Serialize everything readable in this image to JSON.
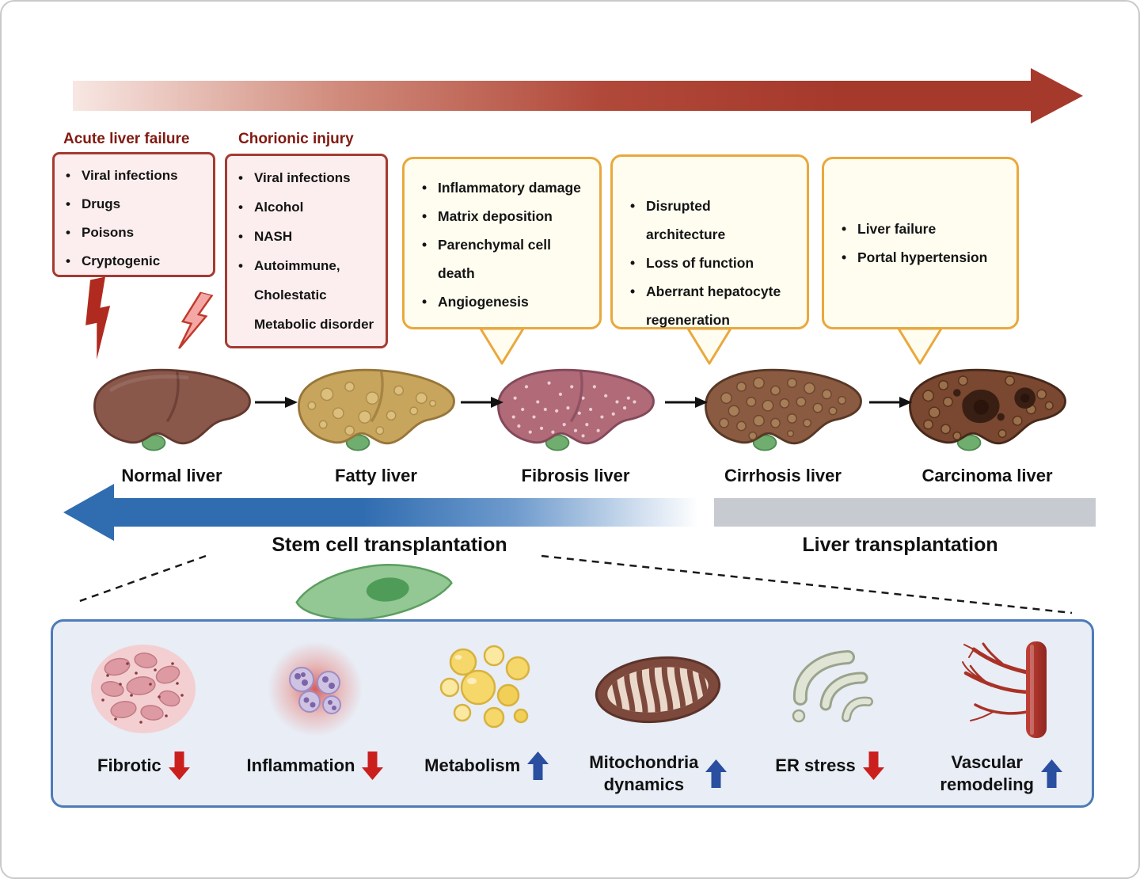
{
  "cause_boxes": [
    {
      "title": "Acute liver failure",
      "items": [
        "Viral infections",
        "Drugs",
        "Poisons",
        "Cryptogenic"
      ]
    },
    {
      "title": "Chorionic injury",
      "items": [
        "Viral infections",
        "Alcohol",
        "NASH",
        "Autoimmune,",
        "Cholestatic",
        "Metabolic disorder"
      ]
    }
  ],
  "stage_boxes": [
    {
      "items": [
        "Inflammatory damage",
        "Matrix deposition",
        "Parenchymal cell death",
        "Angiogenesis"
      ]
    },
    {
      "items": [
        "Disrupted architecture",
        "Loss of function",
        "Aberrant hepatocyte regeneration"
      ]
    },
    {
      "items": [
        "Liver failure",
        "Portal hypertension"
      ]
    }
  ],
  "livers": [
    {
      "label": "Normal liver",
      "icon": "normal-liver-icon"
    },
    {
      "label": "Fatty liver",
      "icon": "fatty-liver-icon"
    },
    {
      "label": "Fibrosis liver",
      "icon": "fibrosis-liver-icon"
    },
    {
      "label": "Cirrhosis liver",
      "icon": "cirrhosis-liver-icon"
    },
    {
      "label": "Carcinoma liver",
      "icon": "carcinoma-liver-icon"
    }
  ],
  "transplant": {
    "stem_label": "Stem cell transplantation",
    "liver_label": "Liver transplantation"
  },
  "effects": [
    {
      "label": "Fibrotic",
      "direction": "down",
      "icon": "fibrotic-tissue-icon"
    },
    {
      "label": "Inflammation",
      "direction": "down",
      "icon": "inflammation-cells-icon"
    },
    {
      "label": "Metabolism",
      "direction": "up",
      "icon": "lipid-droplets-icon"
    },
    {
      "label_line1": "Mitochondria",
      "label_line2": "dynamics",
      "direction": "up",
      "icon": "mitochondria-icon"
    },
    {
      "label": "ER stress",
      "direction": "down",
      "icon": "endoplasmic-reticulum-icon"
    },
    {
      "label_line1": "Vascular",
      "label_line2": "remodeling",
      "direction": "up",
      "icon": "blood-vessel-icon"
    }
  ],
  "colors": {
    "progression_red": "#a5392c",
    "cause_box_border": "#a43b31",
    "cause_box_bg": "#fceeee",
    "stage_box_border": "#e9a83d",
    "stage_box_bg": "#fffdf0",
    "stem_blue": "#2f6cb0",
    "liver_bar_gray": "#c7cbd1",
    "panel_border": "#4d7cb8",
    "panel_bg": "#e8edf6",
    "down_arrow_red": "#cb1f1e",
    "up_arrow_blue": "#2a4fa0"
  }
}
